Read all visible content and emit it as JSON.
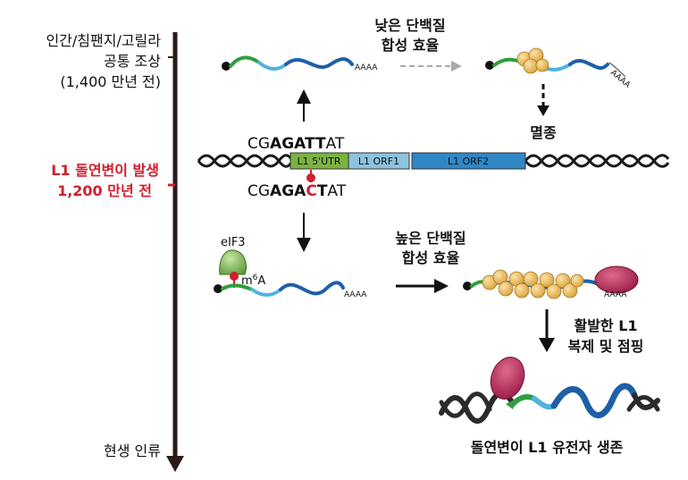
{
  "timeline": {
    "top_label": [
      "인간/침팬지/고릴라",
      "공통 조상",
      "(1,400 만년 전)"
    ],
    "mid_label": [
      "L1 돌연변이 발생",
      "1,200 만년 전"
    ],
    "bottom_label": "현생 인류",
    "accent_color": "#d01f2e"
  },
  "sequences": {
    "top": {
      "prefix": "CG",
      "core": "AGATT",
      "suffix": "AT"
    },
    "bottom": {
      "prefix": "CG",
      "core1": "AGA",
      "mutant": "C",
      "core2": "T",
      "suffix": "AT"
    }
  },
  "element": {
    "utr": "L1 5'UTR",
    "orf1": "L1 ORF1",
    "orf2": "L1 ORF2",
    "utr_color": "#7cb342",
    "orf1_color": "#8ec2de",
    "orf2_color": "#2f87c6"
  },
  "ancestral_path": {
    "polyA": "AAAA",
    "translation": [
      "낮은 단백질",
      "합성 효율"
    ],
    "outcome": "멸종"
  },
  "mutant_path": {
    "factor": "eIF3",
    "modification_base": "m",
    "modification_sup": "6",
    "modification_tail": "A",
    "polyA": "AAAA",
    "translation": [
      "높은 단백질",
      "합성 효율"
    ],
    "activity": [
      "활발한 L1",
      "복제 및 점핑"
    ],
    "outcome": "돌연변이 L1 유전자 생존"
  }
}
